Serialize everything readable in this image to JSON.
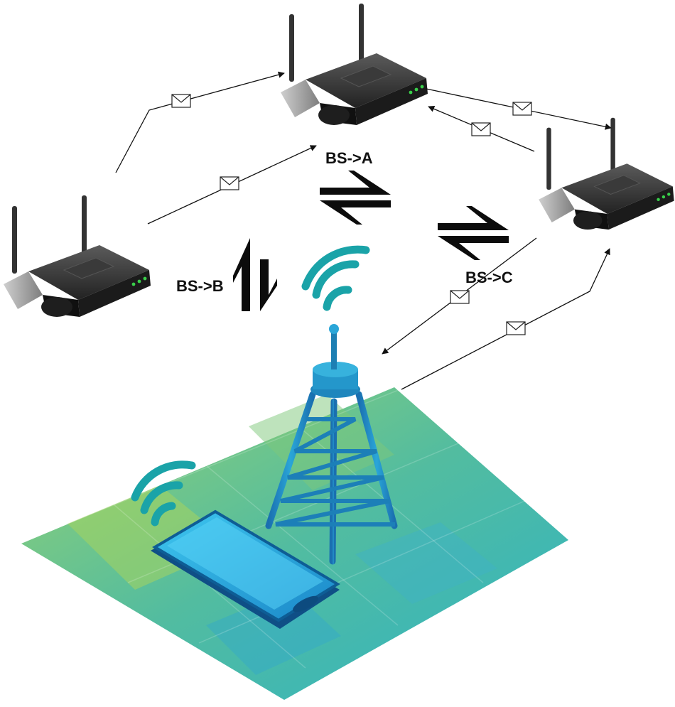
{
  "labels": {
    "bs_a": "BS->A",
    "bs_b": "BS->B",
    "bs_c": "BS->C"
  },
  "icons": [
    "router-icon",
    "cell-tower-icon",
    "smartphone-icon",
    "wifi-signal-icon",
    "envelope-icon",
    "exchange-arrows-icon"
  ],
  "colors": {
    "tile_green": "#7ec77a",
    "tile_teal": "#43b8b5",
    "tower_blue": "#1f8fc2",
    "signal_teal": "#1aa3a8",
    "router_body": "#2a2a2a"
  }
}
